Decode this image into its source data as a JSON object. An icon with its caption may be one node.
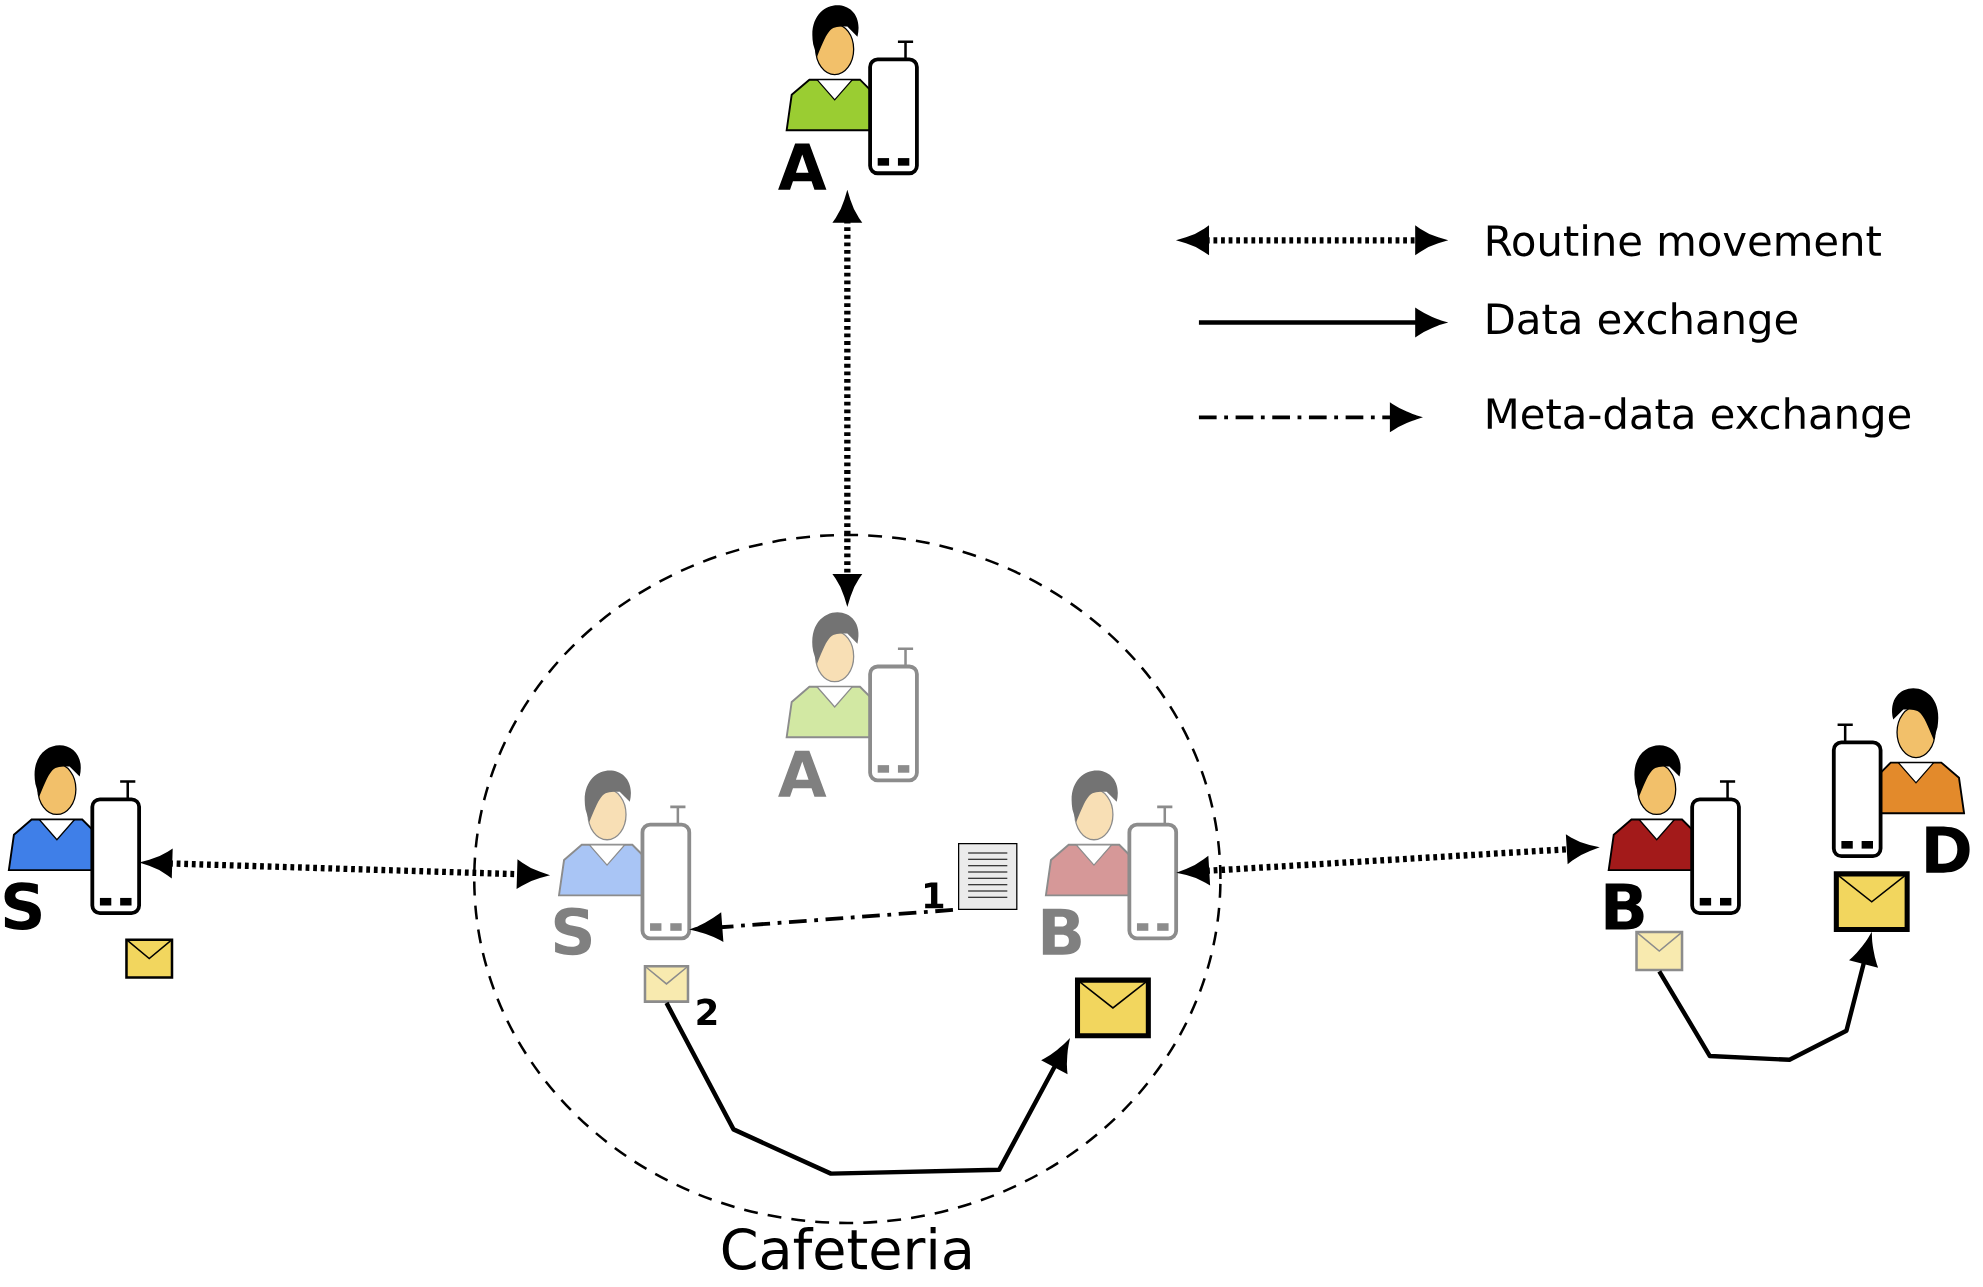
{
  "diagram": {
    "nodes": [
      {
        "text": [
          "A"
        ]
      },
      {
        "text": [
          "Cafeteria"
        ]
      },
      {
        "text": [
          "A"
        ],
        "in": 1
      },
      {
        "text": [
          "S"
        ],
        "in": 1
      },
      {
        "text": [
          "B"
        ],
        "in": 1
      },
      {
        "text": [
          "S"
        ]
      },
      {
        "text": [
          "B"
        ]
      },
      {
        "text": [
          "D"
        ]
      },
      {
        "text": [],
        "shape": "envelope",
        "in": 1,
        "beside": [
          "2"
        ]
      },
      {
        "text": [],
        "shape": "envelope",
        "in": 1
      },
      {
        "text": [],
        "shape": "document",
        "in": 1,
        "beside": [
          "1"
        ]
      },
      {
        "text": [],
        "shape": "envelope"
      },
      {
        "text": [],
        "shape": "envelope"
      },
      {
        "text": [],
        "shape": "envelope"
      }
    ],
    "edges": [
      {
        "from": 0,
        "to": 2,
        "arrow": "both",
        "style": "dashed"
      },
      {
        "from": 5,
        "to": 3,
        "arrow": "both",
        "style": "dashed"
      },
      {
        "from": 4,
        "to": 6,
        "arrow": "both",
        "style": "dashed"
      },
      {
        "from": 10,
        "to": 3,
        "arrow": "to",
        "style": "dashed"
      },
      {
        "from": 8,
        "to": 9,
        "arrow": "to"
      },
      {
        "from": 12,
        "to": 13,
        "arrow": "to"
      }
    ],
    "legend": [
      {
        "text": "Routine movement"
      },
      {
        "text": "Data exchange"
      },
      {
        "text": "Meta-data exchange"
      }
    ]
  }
}
